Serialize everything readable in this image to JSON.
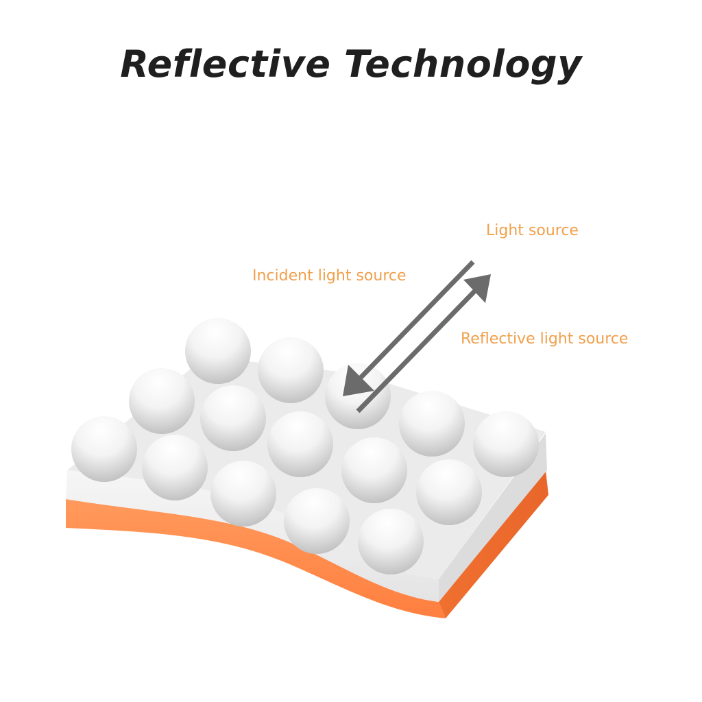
{
  "title": "Reflective Technology",
  "labels": {
    "light_source": "Light source",
    "incident": "Incident light source",
    "reflective": "Reflective light source"
  },
  "colors": {
    "accent_text": "#f0a04b",
    "base_layer": "#ff8a4c",
    "reflective_layer_top": "#ececec",
    "reflective_layer_side": "#f3f3f3",
    "arrow": "#6b6b6b",
    "title": "#1f1f1f"
  },
  "icons": {
    "incident_arrow": "arrow-down-left-icon",
    "reflected_arrow": "arrow-up-right-icon"
  }
}
